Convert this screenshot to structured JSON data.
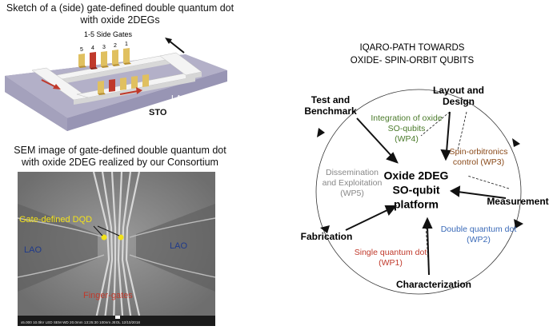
{
  "sketch": {
    "title_line1": "Sketch of a (side) gate-defined double quantum dot",
    "title_line2": "with oxide 2DEGs",
    "gates_label": "1-5 Side Gates",
    "gate_numbers": [
      "5",
      "4",
      "3",
      "2",
      "1"
    ],
    "lao_label": "LAO, AlO",
    "lao_sub": "2",
    "sto_label": "STO"
  },
  "sem": {
    "title_line1": "SEM image of gate-defined double quantum dot",
    "title_line2": "with oxide 2DEG realized by our Consortium",
    "dqd_label": "Gate-defined DQD",
    "lao_left": "LAO",
    "lao_right": "LAO",
    "finger_label": "Finger-gates",
    "footer": "x5.000   10.0kV LED   SEM   WD 20.0mm 13:25:30   100nm JEOL   12/10/2018"
  },
  "roadmap": {
    "title_line1": "IQARO-PATH TOWARDS",
    "title_line2": "OXIDE- SPIN-ORBIT QUBITS",
    "center_line1": "Oxide 2DEG",
    "center_line2": "SO-qubit",
    "center_line3": "platform",
    "nodes": {
      "test_line1": "Test and",
      "test_line2": "Benchmark",
      "layout_line1": "Layout and",
      "layout_line2": "Design",
      "measurement": "Measurement",
      "fabrication": "Fabrication",
      "characterization": "Characterization"
    },
    "work_packages": {
      "wp4_line1": "Integration of oxide",
      "wp4_line2": "SO-qubits",
      "wp4_line3": "(WP4)",
      "wp3_line1": "Spin-orbitronics",
      "wp3_line2": "control (WP3)",
      "wp5_line1": "Dissemination",
      "wp5_line2": "and Exploitation",
      "wp5_line3": "(WP5)",
      "wp2_line1": "Double quantum dot",
      "wp2_line2": "(WP2)",
      "wp1_line1": "Single quantum dot",
      "wp1_line2": "(WP1)"
    },
    "colors": {
      "wp4": "#4a7a2a",
      "wp3": "#8a4a1a",
      "wp5": "#888888",
      "wp2": "#3a6ab8",
      "wp1": "#c0392b"
    }
  }
}
